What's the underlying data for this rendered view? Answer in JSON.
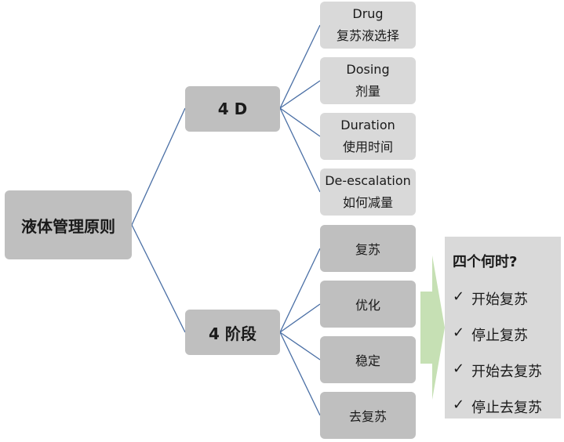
{
  "root": {
    "label": "液体管理原则"
  },
  "four_d": {
    "label": "4 D",
    "items": [
      {
        "en": "Drug",
        "zh": "复苏液选择"
      },
      {
        "en": "Dosing",
        "zh": "剂量"
      },
      {
        "en": "Duration",
        "zh": "使用时间"
      },
      {
        "en": "De-escalation",
        "zh": "如何减量"
      }
    ]
  },
  "four_stages": {
    "label": "4 阶段",
    "items": [
      "复苏",
      "优化",
      "稳定",
      "去复苏"
    ]
  },
  "four_when": {
    "title": "四个何时?",
    "check_glyph": "✓",
    "items": [
      "开始复苏",
      "停止复苏",
      "开始去复苏",
      "停止去复苏"
    ]
  },
  "colors": {
    "connector": "#4a6fa5",
    "arrow": "#c6e0b4",
    "box_dark": "#bfbfbf",
    "box_light": "#d9d9d9"
  }
}
